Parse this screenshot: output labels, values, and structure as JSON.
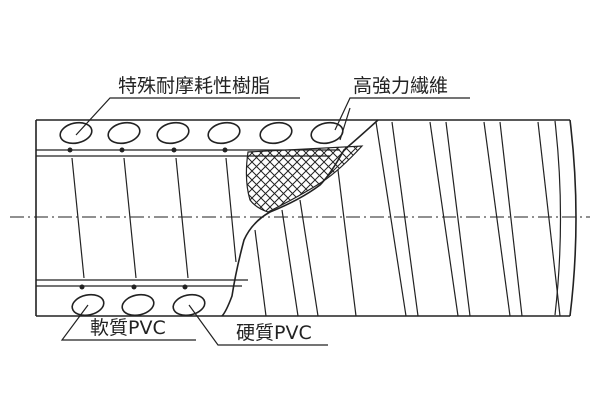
{
  "labels": {
    "wear_resin": "特殊耐摩耗性樹脂",
    "fiber": "高強力繊維",
    "soft_pvc": "軟質PVC",
    "hard_pvc": "硬質PVC"
  },
  "colors": {
    "line": "#222222",
    "background": "#ffffff"
  }
}
